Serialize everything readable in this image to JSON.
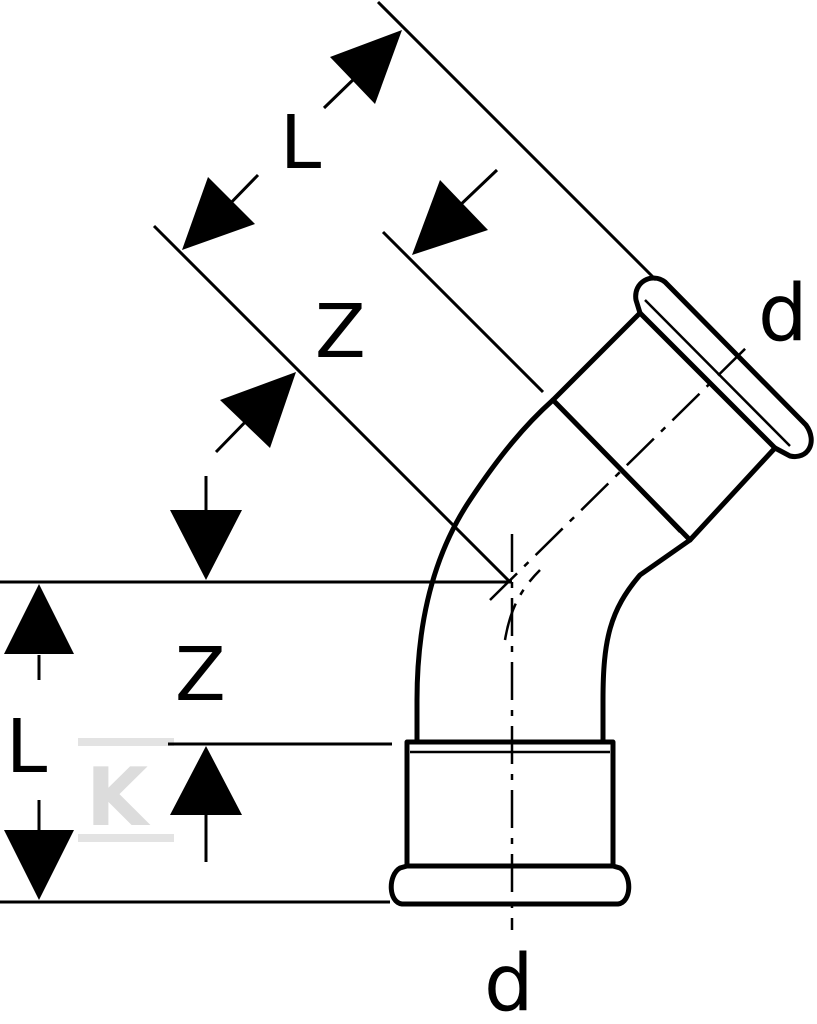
{
  "labels": {
    "diag_length": "L",
    "diag_z": "Z",
    "bottom_z": "Z",
    "bottom_length": "L",
    "diameter_top": "d",
    "diameter_bottom": "d"
  },
  "watermark": "K"
}
